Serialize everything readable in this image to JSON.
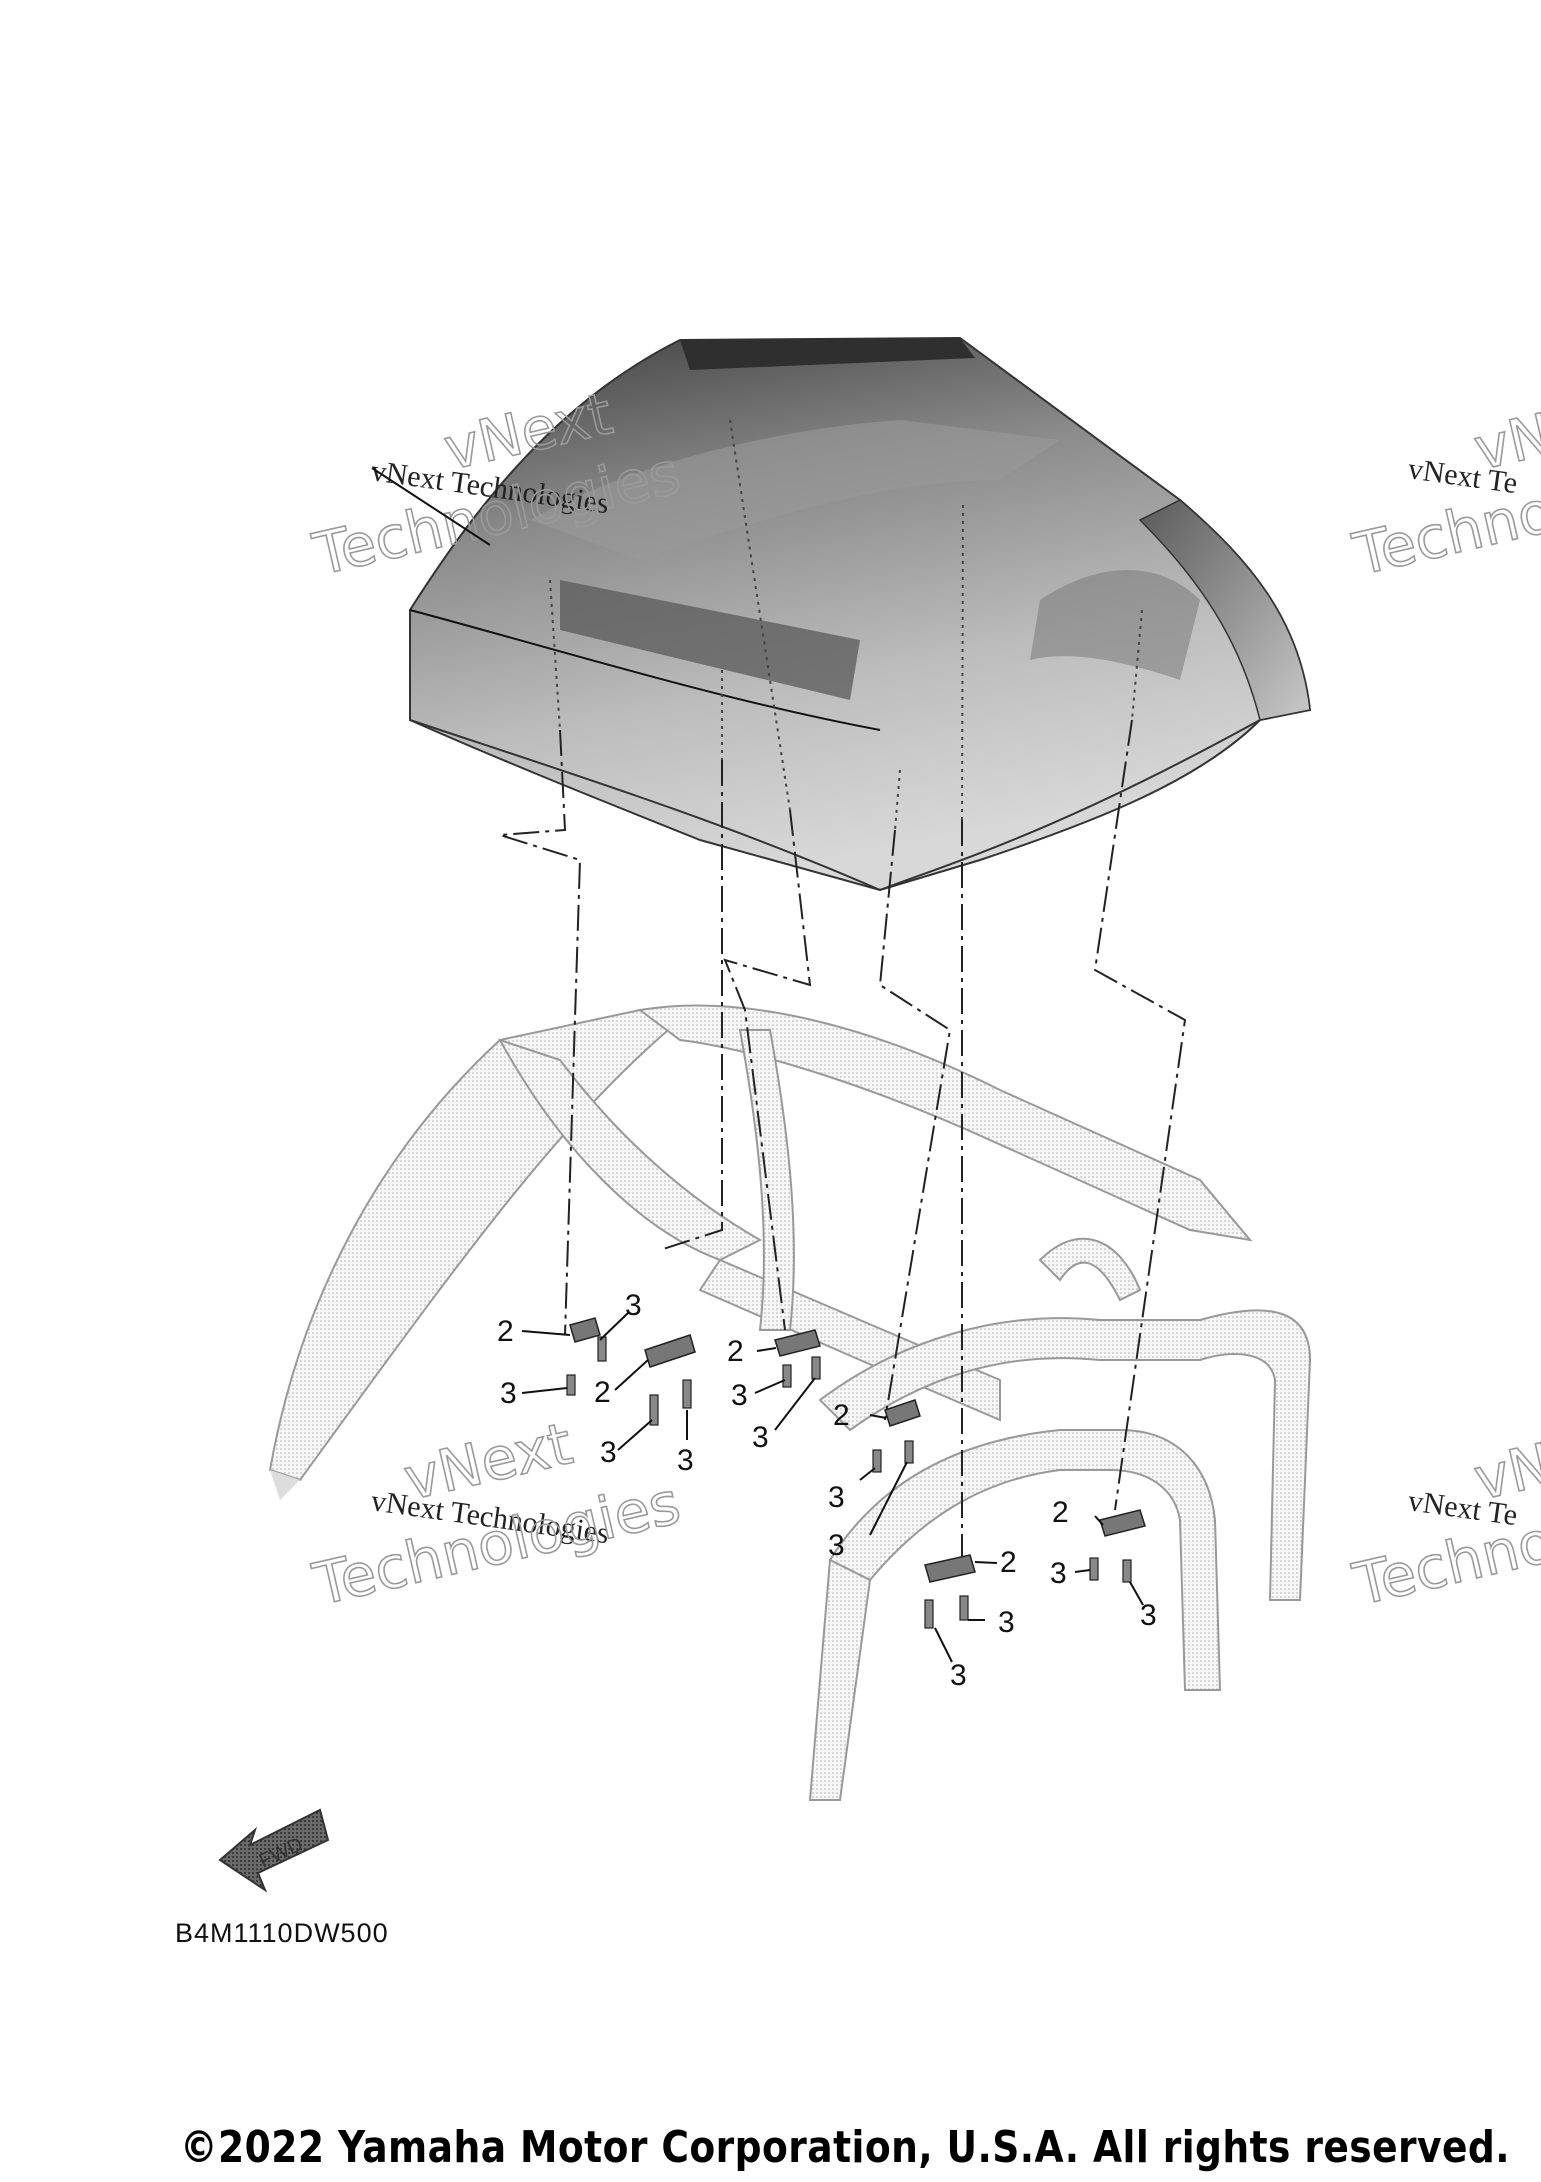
{
  "callouts": {
    "c01": "2",
    "c02": "3",
    "c03": "3",
    "c04": "2",
    "c05": "3",
    "c06": "3",
    "c07": "2",
    "c08": "3",
    "c09": "3",
    "c10": "2",
    "c11": "3",
    "c12": "3",
    "c13": "2",
    "c14": "3",
    "c15": "3",
    "c16": "2",
    "c17": "3",
    "c18": "3"
  },
  "watermark": {
    "line1": "vNext Technologies",
    "big1": "vNext",
    "big2": "Technologies",
    "partial_line": "vNext Te",
    "partial_big1": "vNe",
    "partial_big2": "Techno"
  },
  "fwd_label": "FWD",
  "diagram_code": "B4M1110DW500",
  "copyright": "©2022 Yamaha Motor Corporation, U.S.A. All rights reserved.",
  "colors": {
    "roof_dark": "#4a4a4a",
    "roof_mid": "#8f8f8f",
    "roof_light": "#c8c8c8",
    "frame": "#f4f4f4"
  },
  "icons": {
    "direction": "fwd-arrow-icon"
  }
}
